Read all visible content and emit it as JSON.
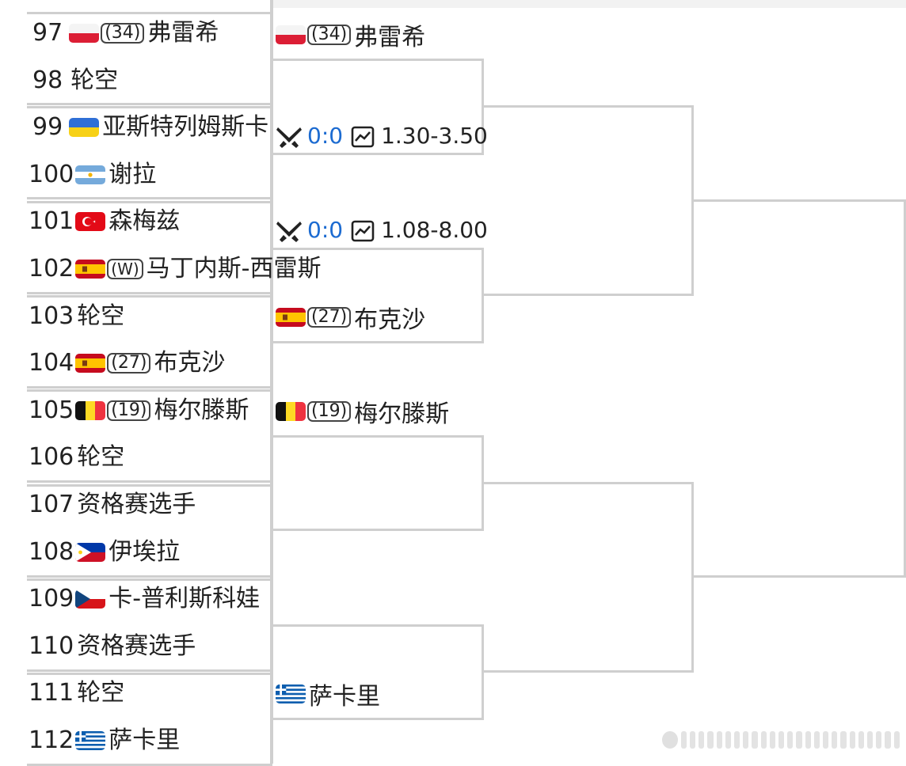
{
  "players": [
    {
      "num": "97",
      "flag": "poland",
      "seed": "(34)",
      "name": "弗雷希"
    },
    {
      "num": "98",
      "flag": "",
      "seed": "",
      "name": "轮空"
    },
    {
      "num": "99",
      "flag": "ukraine",
      "seed": "",
      "name": "亚斯特列姆斯卡"
    },
    {
      "num": "100",
      "flag": "argentina",
      "seed": "",
      "name": "谢拉"
    },
    {
      "num": "101",
      "flag": "turkey",
      "seed": "",
      "name": "森梅兹"
    },
    {
      "num": "102",
      "flag": "spain",
      "seed": "(W)",
      "name": "马丁内斯-西雷斯"
    },
    {
      "num": "103",
      "flag": "",
      "seed": "",
      "name": "轮空"
    },
    {
      "num": "104",
      "flag": "spain",
      "seed": "(27)",
      "name": "布克沙"
    },
    {
      "num": "105",
      "flag": "belgium",
      "seed": "(19)",
      "name": "梅尔滕斯"
    },
    {
      "num": "106",
      "flag": "",
      "seed": "",
      "name": "轮空"
    },
    {
      "num": "107",
      "flag": "",
      "seed": "",
      "name": "资格赛选手"
    },
    {
      "num": "108",
      "flag": "philippines",
      "seed": "",
      "name": "伊埃拉"
    },
    {
      "num": "109",
      "flag": "czech",
      "seed": "",
      "name": "卡-普利斯科娃"
    },
    {
      "num": "110",
      "flag": "",
      "seed": "",
      "name": "资格赛选手"
    },
    {
      "num": "111",
      "flag": "",
      "seed": "",
      "name": "轮空"
    },
    {
      "num": "112",
      "flag": "greece",
      "seed": "",
      "name": "萨卡里"
    }
  ],
  "round2": [
    {
      "flag": "poland",
      "seed": "(34)",
      "name": "弗雷希"
    },
    {
      "match": true,
      "icon": "crossed-swords-icon",
      "score": "0:0",
      "odds_icon": "trend-chart-icon",
      "odds": "1.30-3.50"
    },
    {
      "match": true,
      "icon": "crossed-swords-icon",
      "score": "0:0",
      "odds_icon": "trend-chart-icon",
      "odds": "1.08-8.00"
    },
    {
      "flag": "spain",
      "seed": "(27)",
      "name": "布克沙"
    },
    {
      "flag": "belgium",
      "seed": "(19)",
      "name": "梅尔滕斯"
    },
    {
      "flag": "greece",
      "seed": "",
      "name": "萨卡里"
    }
  ],
  "colors": {
    "line": "#cfcfcf",
    "score": "#1c6bd1",
    "text": "#222222"
  }
}
